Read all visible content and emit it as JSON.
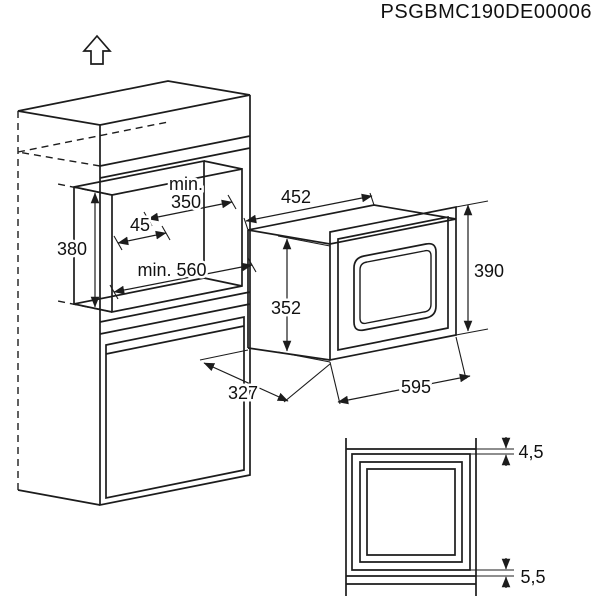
{
  "title": {
    "code": "PSGBMC190DE00006"
  },
  "cabinet": {
    "niche_depth": {
      "line1": "min.",
      "line2": "350"
    },
    "vent_gap": "45",
    "niche_height": "380",
    "niche_width": "min. 560"
  },
  "oven": {
    "body_width": "452",
    "body_height": "352",
    "front_height": "390",
    "body_depth": "327",
    "front_width": "595"
  },
  "detail": {
    "top_gap": "4,5",
    "bottom_gap": "5,5"
  }
}
